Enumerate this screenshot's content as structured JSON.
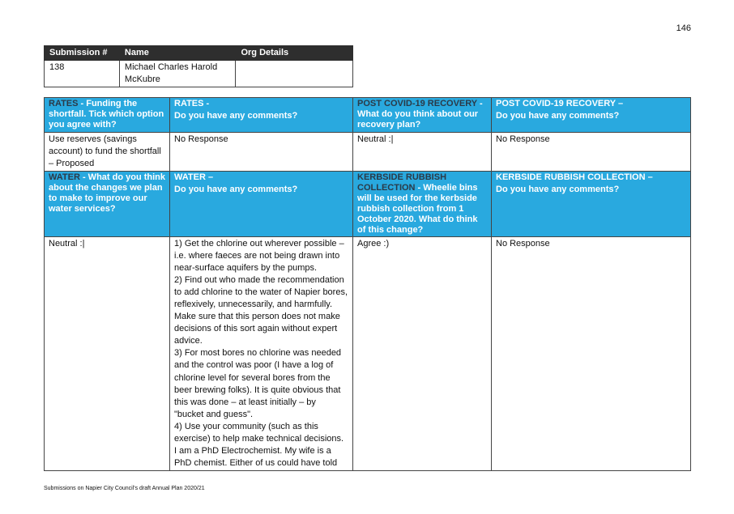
{
  "page_number": "146",
  "submission": {
    "headers": [
      "Submission #",
      "Name",
      "Org Details"
    ],
    "number": "138",
    "name_line1": "Michael Charles Harold",
    "name_line2": "McKubre",
    "org_details": ""
  },
  "rates": {
    "funding_header_accent": "RATES",
    "funding_header_rest": " - Funding the shortfall. Tick which option you agree with?",
    "comments_header_line1": "RATES -",
    "comments_header_line2": "Do you have any comments?",
    "funding_answer": "Use reserves (savings account) to fund the shortfall – Proposed",
    "comments_answer": "No Response"
  },
  "covid": {
    "think_header_accent": "POST COVID-19 RECOVERY",
    "think_header_rest": " - What do you think about our recovery plan?",
    "comments_header_line1": "POST COVID-19 RECOVERY –",
    "comments_header_line2": "Do you have any comments?",
    "think_answer": "Neutral :|",
    "comments_answer": "No Response"
  },
  "water": {
    "think_header_accent": "WATER",
    "think_header_rest": " - What do you think about the changes we plan to make to improve our water services?",
    "comments_header_line1": "WATER –",
    "comments_header_line2": "Do you have any comments?",
    "think_answer": "Neutral :|",
    "comments_lines": [
      "1) Get the chlorine out wherever possible –",
      "i.e. where faeces are not being drawn into",
      "near-surface aquifers by the pumps.",
      "2) Find out who made the recommendation",
      "to add chlorine to the water of Napier bores,",
      "reflexively, unnecessarily, and harmfully.",
      "Make sure that this person does not make",
      "decisions of this sort again without expert",
      "advice.",
      "3) For most bores no chlorine was needed",
      "and the control was poor (I have a log of",
      "chlorine level for several bores from the",
      "beer brewing folks).  It is quite obvious that",
      "this was done – at least initially – by",
      "\"bucket and guess\".",
      "4) Use your community (such as this",
      "exercise) to help make technical decisions.",
      "I am a PhD Electrochemist.  My wife is a",
      "PhD chemist.  Either of us could have told"
    ]
  },
  "kerbside": {
    "think_header_accent": "KERBSIDE RUBBISH COLLECTION",
    "think_header_rest": " - Wheelie bins will be used for the kerbside rubbish collection from 1 October 2020. What do think of this change?",
    "comments_header_line1": "KERBSIDE RUBBISH COLLECTION –",
    "comments_header_line2": "Do you have any comments?",
    "think_answer": "Agree :)",
    "comments_answer": "No Response"
  },
  "footer": "Submissions on Napier City Council's draft Annual Plan 2020/21",
  "colors": {
    "header_blue": "#29a9df",
    "header_dark": "#2e2e2e",
    "accent_dark": "#2b3a48"
  }
}
